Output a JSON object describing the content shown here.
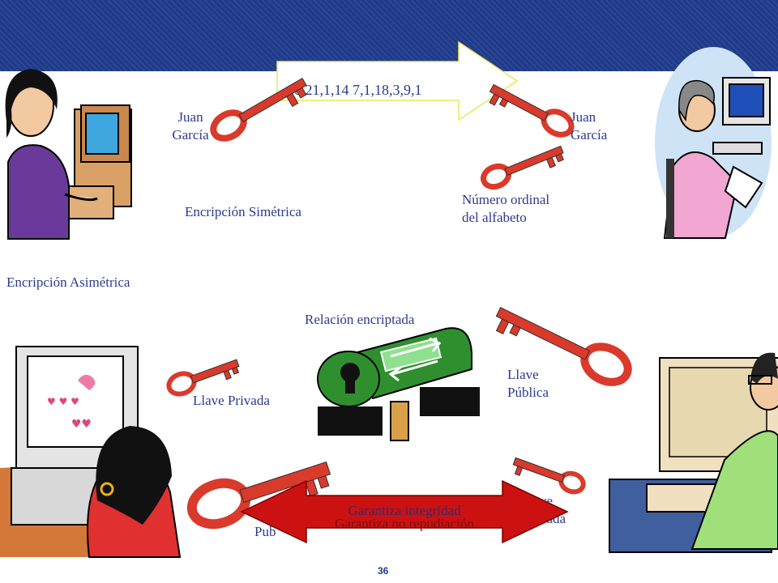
{
  "slide": {
    "page_number": "36",
    "symmetric": {
      "cipher_text": "10,21,1,14    7,1,18,3,9,1",
      "sender_name_line1": "Juan",
      "sender_name_line2": "García",
      "receiver_name_line1": "Juan",
      "receiver_name_line2": "García",
      "key_label_line1": "Número ordinal",
      "key_label_line2": "del  alfabeto",
      "title": "Encripción Simétrica"
    },
    "asymmetric": {
      "title": "Encripción Asimétrica",
      "relation_label": "Relación encriptada",
      "private_key_label": "Llave Privada",
      "public_key_label_line1": "Llave",
      "public_key_label_line2": "Pública",
      "bottom_left_partial_label": "Pub",
      "bottom_right_partial_label_line1": "ve",
      "bottom_right_partial_label_line2": "vada",
      "integrity_label": "Garantiza integridad",
      "non_repudiation_label": "Garantiza no repudiación"
    }
  },
  "colors": {
    "header": "#1f3a8a",
    "text": "#2b3a8f",
    "key": "#d93a2b",
    "arrow_red": "#cc1111",
    "mailbox_green": "#2f8f2f"
  }
}
